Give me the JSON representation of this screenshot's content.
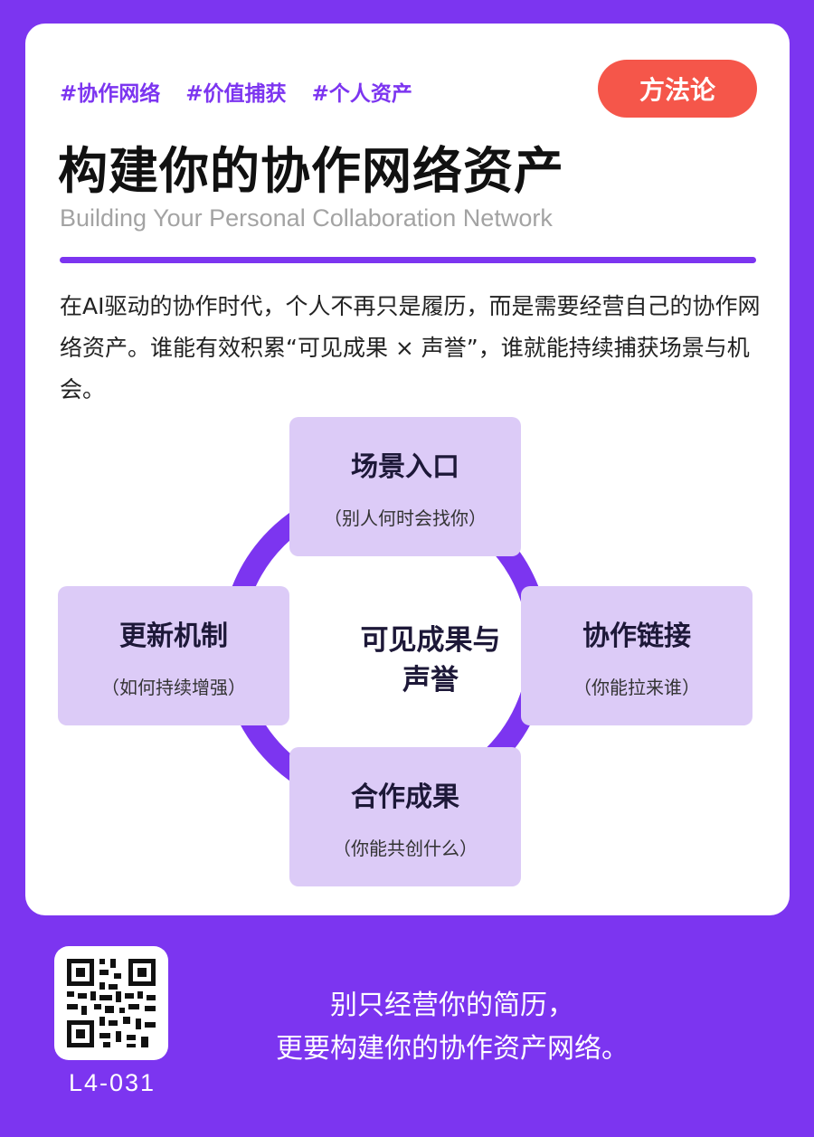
{
  "header": {
    "tags": [
      "#协作网络",
      "#价值捕获",
      "#个人资产"
    ],
    "badge": "方法论",
    "title": "构建你的协作网络资产",
    "subtitle": "Building Your Personal Collaboration Network"
  },
  "description": "在AI驱动的协作时代，个人不再只是履历，而是需要经营自己的协作网络资产。谁能有效积累“可见成果 × 声誉”，谁就能持续捕获场景与机会。",
  "diagram": {
    "center": [
      "可见成果与",
      "声誉"
    ],
    "nodes": {
      "top": {
        "title": "场景入口",
        "sub": "（别人何时会找你）"
      },
      "right": {
        "title": "协作链接",
        "sub": "（你能拉来谁）"
      },
      "bottom": {
        "title": "合作成果",
        "sub": "（你能共创什么）"
      },
      "left": {
        "title": "更新机制",
        "sub": "（如何持续增强）"
      }
    }
  },
  "footer": {
    "code": "L4-031",
    "slogan": [
      "别只经营你的简历，",
      "更要构建你的协作资产网络。"
    ]
  },
  "colors": {
    "accent": "#7c35f0",
    "badge": "#f5564a",
    "node": "#dccbf7"
  },
  "icons": {
    "qr": "qr-code-icon"
  }
}
